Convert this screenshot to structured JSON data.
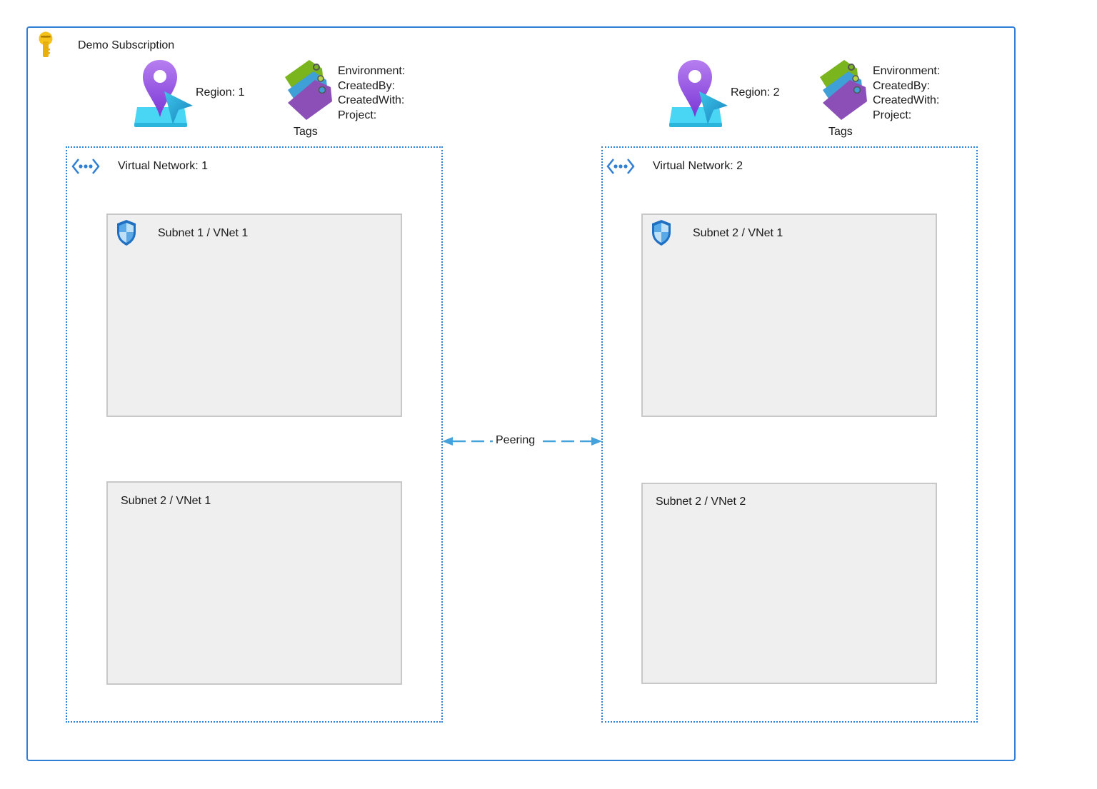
{
  "subscription": {
    "title": "Demo Subscription",
    "icon": "key-icon"
  },
  "regions": [
    {
      "label": "Region: 1",
      "tags_caption": "Tags",
      "tag_lines": [
        "Environment:",
        "CreatedBy:",
        "CreatedWith:",
        "Project:"
      ],
      "vnet": {
        "label": "Virtual Network: 1",
        "subnets": [
          {
            "label": "Subnet 1 / VNet 1",
            "has_shield": true
          },
          {
            "label": "Subnet 2 / VNet 1",
            "has_shield": false
          }
        ]
      }
    },
    {
      "label": "Region: 2",
      "tags_caption": "Tags",
      "tag_lines": [
        "Environment:",
        "CreatedBy:",
        "CreatedWith:",
        "Project:"
      ],
      "vnet": {
        "label": "Virtual Network: 2",
        "subnets": [
          {
            "label": "Subnet 2 / VNet 1",
            "has_shield": true
          },
          {
            "label": "Subnet 2 / VNet 2",
            "has_shield": false
          }
        ]
      }
    }
  ],
  "connector": {
    "label": "Peering",
    "style": "dashed-bidirectional"
  },
  "colors": {
    "border_blue": "#2f7fd6",
    "arrow_blue": "#45a2dc",
    "subnet_fill": "#efefef"
  }
}
